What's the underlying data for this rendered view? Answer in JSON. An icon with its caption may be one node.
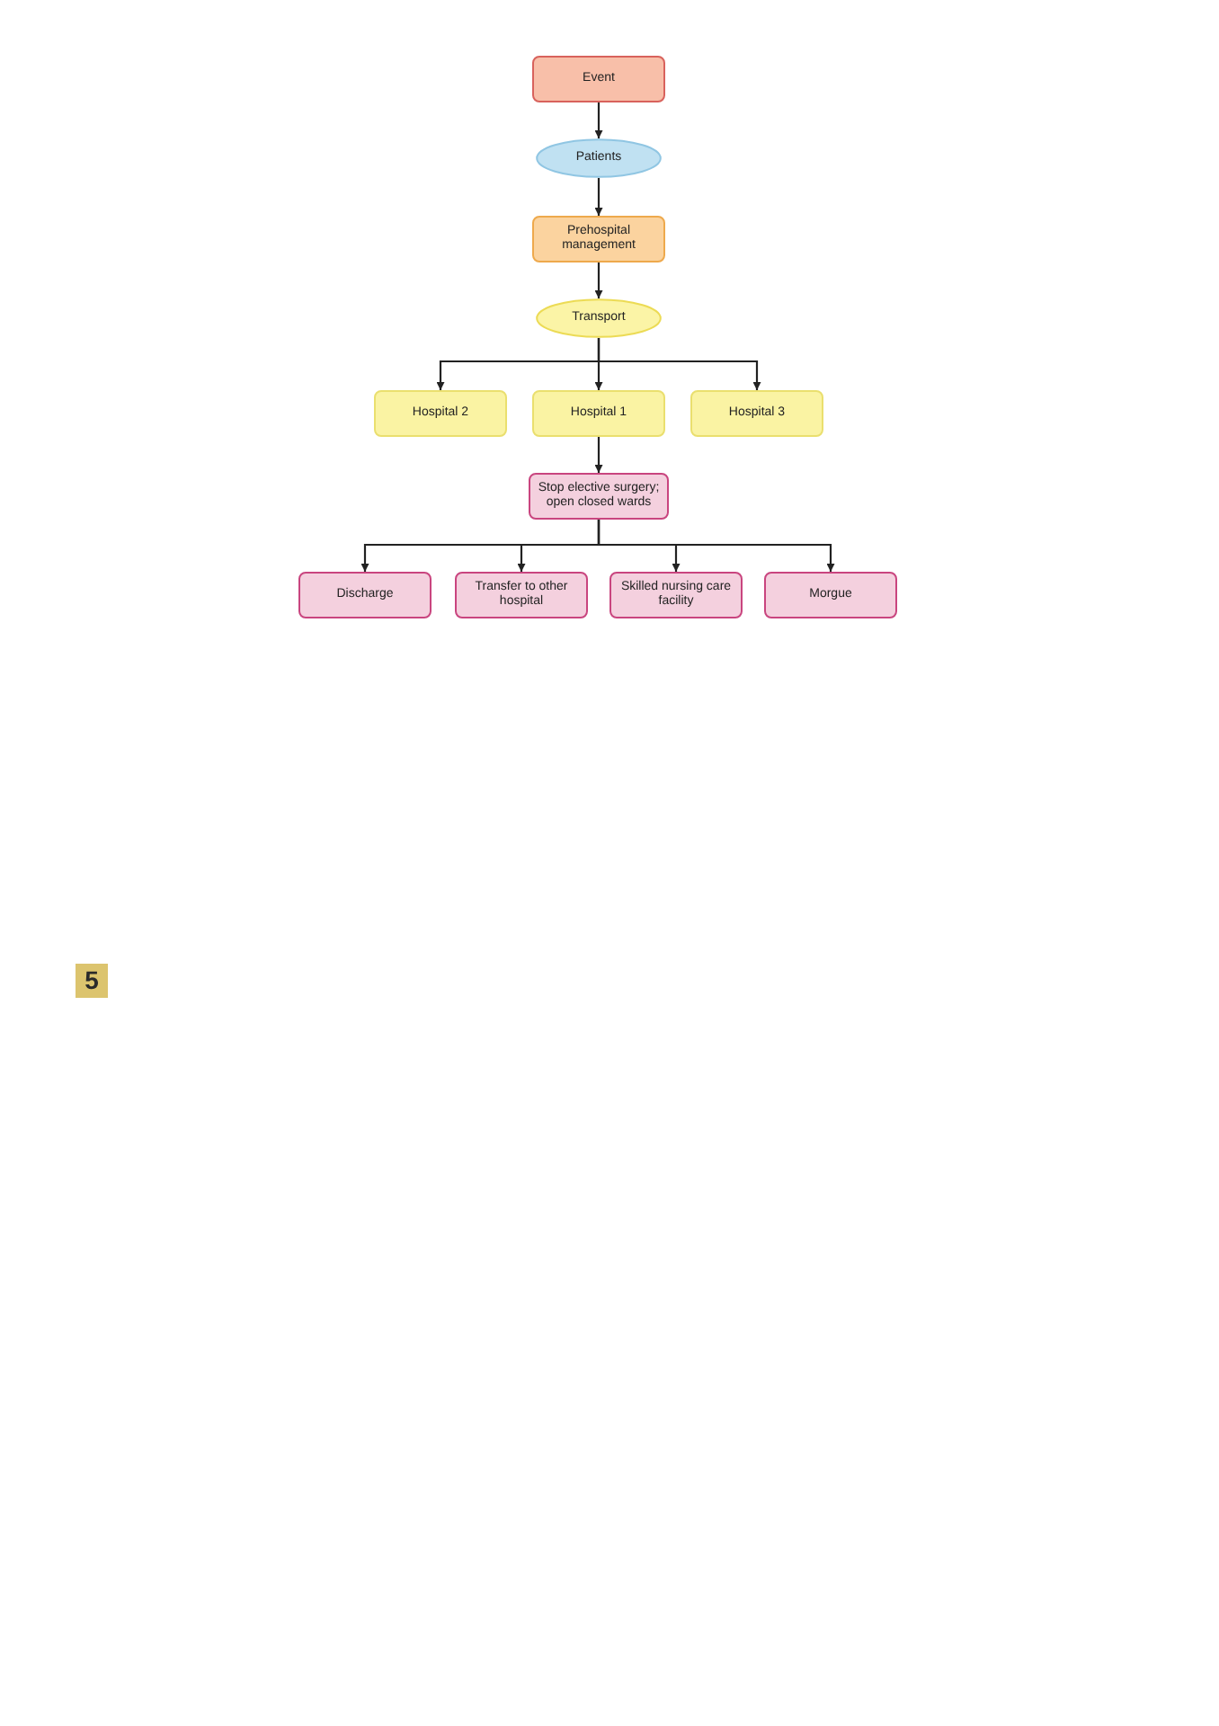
{
  "diagram": {
    "nodes": [
      {
        "text": [
          "Event"
        ]
      },
      {
        "text": [
          "Patients"
        ]
      },
      {
        "text": [
          "Prehospital management"
        ]
      },
      {
        "text": [
          "Transport"
        ]
      },
      {
        "text": [
          "Hospital 2"
        ]
      },
      {
        "text": [
          "Hospital 1"
        ]
      },
      {
        "text": [
          "Hospital 3"
        ]
      },
      {
        "text": [
          "Stop elective surgery; open closed wards"
        ]
      },
      {
        "text": [
          "Discharge"
        ]
      },
      {
        "text": [
          "Transfer to other hospital"
        ]
      },
      {
        "text": [
          "Skilled nursing care facility"
        ]
      },
      {
        "text": [
          "Morgue"
        ]
      }
    ],
    "edges": [
      {
        "from": 0,
        "to": 1,
        "arrow": "to"
      },
      {
        "from": 1,
        "to": 2,
        "arrow": "to"
      },
      {
        "from": 2,
        "to": 3,
        "arrow": "to"
      },
      {
        "from": 3,
        "to": 4,
        "arrow": "to"
      },
      {
        "from": 3,
        "to": 5,
        "arrow": "to"
      },
      {
        "from": 3,
        "to": 6,
        "arrow": "to"
      },
      {
        "from": 5,
        "to": 7,
        "arrow": "to"
      },
      {
        "from": 7,
        "to": 8,
        "arrow": "to"
      },
      {
        "from": 7,
        "to": 9,
        "arrow": "to"
      },
      {
        "from": 7,
        "to": 10,
        "arrow": "to"
      },
      {
        "from": 7,
        "to": 11,
        "arrow": "to"
      }
    ],
    "labels": [
      "5"
    ]
  }
}
